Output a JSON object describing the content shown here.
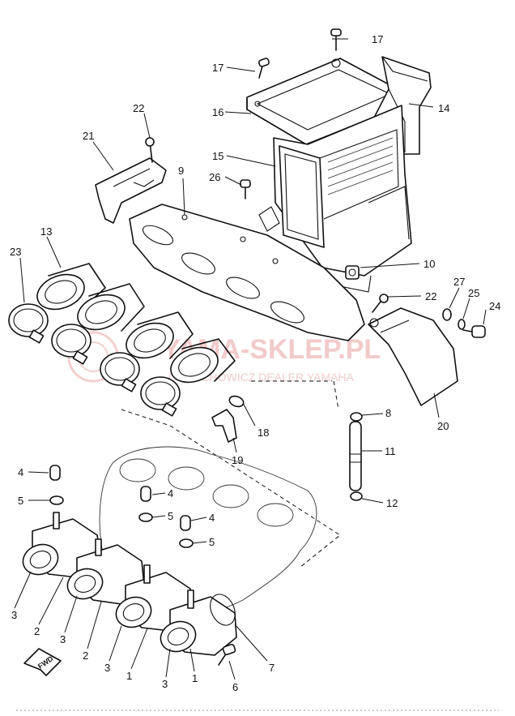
{
  "callouts": [
    "1",
    "2",
    "3",
    "4",
    "5",
    "6",
    "7",
    "8",
    "9",
    "10",
    "11",
    "12",
    "13",
    "14",
    "15",
    "16",
    "17",
    "18",
    "19",
    "20",
    "21",
    "22",
    "23",
    "24",
    "25",
    "26",
    "27"
  ],
  "fwd_label": "FWD",
  "watermark": {
    "main": "YAMA-SKLEP.PL",
    "sub": "CZ FECHOWICZ DEALER YAMAHA"
  }
}
